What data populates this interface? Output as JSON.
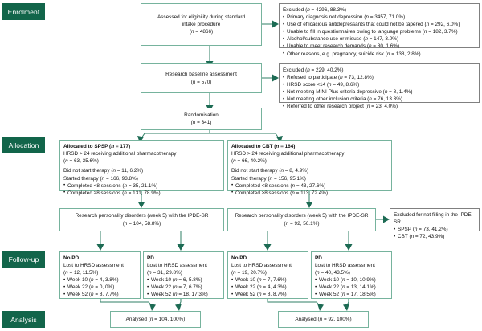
{
  "diagram": {
    "title": "CONSORT participant flow diagram",
    "colors": {
      "stage_label_bg": "#12654a",
      "stage_label_text": "#ffffff",
      "flow_box_border": "#76b39d",
      "excluded_box_border": "#808080",
      "connector": "#2f7f66"
    }
  },
  "stages": [
    {
      "id": "enrolment",
      "label": "Enrolment"
    },
    {
      "id": "allocation",
      "label": "Allocation"
    },
    {
      "id": "followup",
      "label": "Follow-up"
    },
    {
      "id": "analysis",
      "label": "Analysis"
    }
  ],
  "flow": {
    "eligibility": {
      "line1": "Assessed for eligibility during standard",
      "line2": "intake procedure",
      "line3": "(n = 4866)"
    },
    "baseline": {
      "line1": "Research baseline assessment",
      "line2": "(n = 570)"
    },
    "randomisation": {
      "line1": "Randomisation",
      "line2": "(n = 341)"
    }
  },
  "excluded_eligibility": {
    "header": "Excluded (n = 4296, 88.3%)",
    "items": [
      "Primary diagnosis not depression (n = 3457, 71.0%)",
      "Use of efficacious antidepressants that could not be tapered (n = 292, 6.0%)",
      "Unable to fill in questionnaires owing to language problems (n = 182, 3.7%)",
      "Alcohol/substance use or misuse (n = 147, 3.0%)",
      "Unable to meet research demands (n = 80, 1.6%)",
      "Other reasons, e.g. pregnancy, suicide risk (n = 138, 2.8%)"
    ]
  },
  "excluded_baseline": {
    "header": "Excluded (n = 229, 40.2%)",
    "items": [
      "Refused to participate (n = 73, 12.8%)",
      "HRSD score <14 (n = 49, 8.6%)",
      "Not meeting MINI-Plus criteria depressive (n = 8, 1.4%)",
      "Not meeting other inclusion criteria (n = 76, 13.3%)",
      "Referred to other research project (n = 23, 4.0%)"
    ]
  },
  "allocation": {
    "spsp": {
      "header": "Allocated to SPSP (n = 177)",
      "line1": "HRSD > 24 receiving additional pharmacotherapy",
      "line2": "(n = 63, 35.6%)",
      "line3": "Did not start therapy (n = 11, 6.2%)",
      "line4": "Started therapy (n = 166, 93.8%)",
      "items": [
        "Completed <8 sessions (n = 35, 21.1%)",
        "Completed ≥8 sessions (n = 131, 78.9%)"
      ]
    },
    "cbt": {
      "header": "Allocated to CBT (n = 164)",
      "line1": "HRSD > 24 receiving additional pharmacotherapy",
      "line2": "(n = 66, 40.2%)",
      "line3": "Did not start therapy (n = 8, 4.9%)",
      "line4": "Started therapy (n = 156, 95.1%)",
      "items": [
        "Completed <8 sessions (n = 43, 27.6%)",
        "Completed ≥8 sessions (n = 113, 72.4%)"
      ]
    }
  },
  "ipde": {
    "spsp": {
      "line1": "Research personality disorders (week 5) with the IPDE-SR",
      "line2": "(n = 104, 58.8%)"
    },
    "cbt": {
      "line1": "Research personality disorders (week 5) with the IPDE-SR",
      "line2": "(n = 92, 56.1%)"
    },
    "excluded": {
      "header": "Excluded for not filling in the IPDE-SR",
      "items": [
        "SPSP (n = 73, 41.2%)",
        "CBT (n = 72, 43.9%)"
      ]
    }
  },
  "followup": [
    {
      "id": "spsp-no-pd",
      "title": "No PD",
      "line1": "Lost to HRSD assessment",
      "line2": "(n = 12, 11.5%)",
      "items": [
        "Week 10 (n = 4, 3.8%)",
        "Week 22 (n = 0, 0%)",
        "Week 52 (n = 8, 7.7%)"
      ]
    },
    {
      "id": "spsp-pd",
      "title": "PD",
      "line1": "Lost to HRSD assessment",
      "line2": "(n = 31, 29.8%)",
      "items": [
        "Week 10 (n = 6, 5.8%)",
        "Week 22 (n = 7, 6.7%)",
        "Week 52 (n = 18, 17.3%)"
      ]
    },
    {
      "id": "cbt-no-pd",
      "title": "No PD",
      "line1": "Lost to HRSD assessment",
      "line2": "(n = 19, 20.7%)",
      "items": [
        "Week 10 (n = 7, 7.6%)",
        "Week 22 (n = 4, 4.3%)",
        "Week 52 (n = 8, 8.7%)"
      ]
    },
    {
      "id": "cbt-pd",
      "title": "PD",
      "line1": "Lost to HRSD assessment",
      "line2": "(n = 40, 43.5%)",
      "items": [
        "Week 10 (n = 10, 10.9%)",
        "Week 22 (n = 13, 14.1%)",
        "Week 52 (n = 17, 18.5%)"
      ]
    }
  ],
  "analysis": {
    "spsp": "Analysed (n = 104, 100%)",
    "cbt": "Analysed (n = 92, 100%)"
  }
}
